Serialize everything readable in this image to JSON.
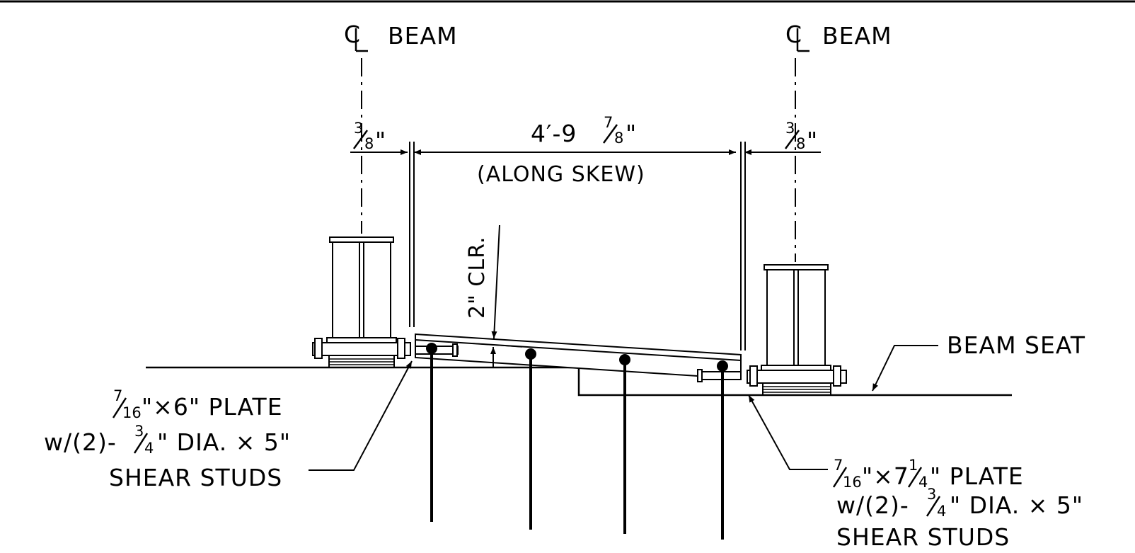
{
  "labels": {
    "cl_symbol": "C",
    "cl_beam_left": "BEAM",
    "cl_beam_right": "BEAM",
    "dim_left": {
      "num": "3",
      "den": "8",
      "unit": "\""
    },
    "dim_right": {
      "num": "3",
      "den": "8",
      "unit": "\""
    },
    "dim_span_main": "4′-9",
    "dim_span_frac": {
      "num": "7",
      "den": "8",
      "unit": "\""
    },
    "along_skew": "(ALONG SKEW)",
    "clearance": "2\" CLR.",
    "beam_seat": "BEAM SEAT",
    "plate_left": {
      "frac": {
        "num": "7",
        "den": "16"
      },
      "line1_rest": "\"×6\" PLATE",
      "line2_pre": "w/(2)-",
      "line2_frac": {
        "num": "3",
        "den": "4"
      },
      "line2_rest": "\" DIA. × 5\"",
      "line3": "SHEAR STUDS"
    },
    "plate_right": {
      "frac": {
        "num": "7",
        "den": "16"
      },
      "line1_mid": "\"×7",
      "line1_frac": {
        "num": "1",
        "den": "4"
      },
      "line1_rest": "\" PLATE",
      "line2_pre": "w/(2)-",
      "line2_frac": {
        "num": "3",
        "den": "4"
      },
      "line2_rest": "\" DIA. × 5\"",
      "line3": "SHEAR STUDS"
    }
  }
}
